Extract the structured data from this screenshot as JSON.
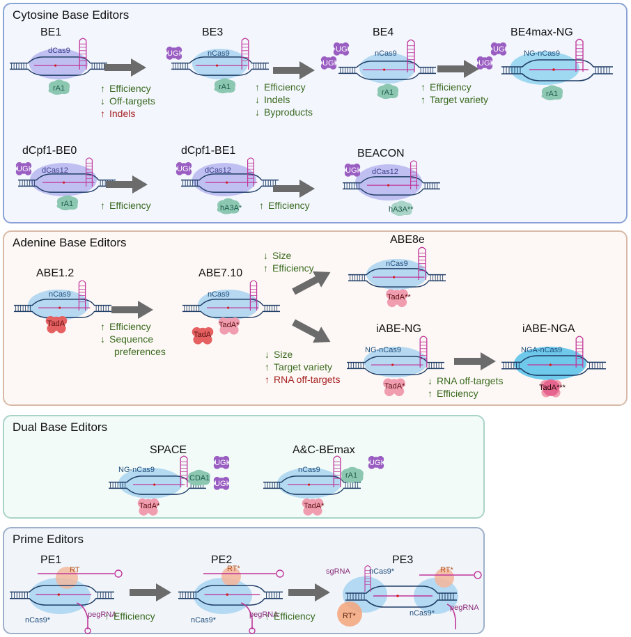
{
  "panels": {
    "cytosine": {
      "title": "Cytosine Base Editors",
      "editors": {
        "be1": {
          "name": "BE1",
          "cas": "dCas9",
          "deam": "rA1"
        },
        "be3": {
          "name": "BE3",
          "cas": "nCas9",
          "deam": "rA1",
          "ugi": "UGI"
        },
        "be4": {
          "name": "BE4",
          "cas": "nCas9",
          "deam": "rA1",
          "ugi": "UGI"
        },
        "be4max": {
          "name": "BE4max-NG",
          "cas": "NG-nCas9",
          "deam": "rA1",
          "ugi": "UGI"
        },
        "cpf0": {
          "name": "dCpf1-BE0",
          "cas": "dCas12",
          "deam": "rA1",
          "ugi": "UGI"
        },
        "cpf1": {
          "name": "dCpf1-BE1",
          "cas": "dCas12",
          "deam": "hA3A*",
          "ugi": "UGI"
        },
        "beacon": {
          "name": "BEACON",
          "cas": "dCas12",
          "deam": "hA3A**",
          "ugi": "UGI"
        }
      },
      "changes": {
        "t1": [
          "Efficiency",
          "Off-targets",
          "Indels"
        ],
        "t2": [
          "Efficiency",
          "Indels",
          "Byproducts"
        ],
        "t3": [
          "Efficiency",
          "Target variety"
        ],
        "t4": [
          "Efficiency"
        ],
        "t5": [
          "Efficiency"
        ]
      }
    },
    "adenine": {
      "title": "Adenine Base Editors",
      "editors": {
        "abe12": {
          "name": "ABE1.2",
          "cas": "nCas9",
          "deam": "TadA"
        },
        "abe710": {
          "name": "ABE7.10",
          "cas": "nCas9",
          "deam": "TadA",
          "deam2": "TadA*"
        },
        "abe8e": {
          "name": "ABE8e",
          "cas": "nCas9",
          "deam": "TadA**"
        },
        "iabeng": {
          "name": "iABE-NG",
          "cas": "NG-nCas9",
          "deam": "TadA*"
        },
        "iabenga": {
          "name": "iABE-NGA",
          "cas": "NGA-nCas9",
          "deam": "TadA***"
        }
      },
      "changes": {
        "t1": [
          "Efficiency",
          "Sequence",
          "preferences"
        ],
        "t2": [
          "Size",
          "Efficiency"
        ],
        "t3": [
          "Size",
          "Target variety",
          "RNA off-targets"
        ],
        "t4": [
          "RNA off-targets",
          "Efficiency"
        ]
      }
    },
    "dual": {
      "title": "Dual Base Editors",
      "editors": {
        "space": {
          "name": "SPACE",
          "cas": "NG-nCas9",
          "deam": "TadA*",
          "cda": "CDA1",
          "ugi": "UGI"
        },
        "acbe": {
          "name": "A&C-BEmax",
          "cas": "nCas9",
          "deam": "TadA*",
          "ra1": "rA1",
          "ugi": "UGI"
        }
      }
    },
    "prime": {
      "title": "Prime Editors",
      "editors": {
        "pe1": {
          "name": "PE1",
          "rt": "RT",
          "cas": "nCas9*",
          "peg": "pegRNA"
        },
        "pe2": {
          "name": "PE2",
          "rt": "RT*",
          "cas": "nCas9*",
          "peg": "pegRNA"
        },
        "pe3": {
          "name": "PE3",
          "sg": "sgRNA",
          "cas": "nCas9*",
          "rt": "RT*",
          "cas2": "nCas9*",
          "peg": "pegRNA",
          "rt2": "RT*"
        }
      },
      "changes": {
        "t1": [
          "Efficiency"
        ],
        "t2": [
          "Efficiency"
        ]
      }
    }
  },
  "colors": {
    "cyt_border": "#8aa3d6",
    "cyt_bg": "#f3f6fd",
    "ade_border": "#d8b9a7",
    "ade_bg": "#fdf8f5",
    "dual_border": "#a9d3c8",
    "dual_bg": "#f2fbf8",
    "prime_border": "#9eb0c9",
    "prime_bg": "#f1f5fa",
    "improve": "#3a6a1f",
    "worse": "#a62222"
  }
}
